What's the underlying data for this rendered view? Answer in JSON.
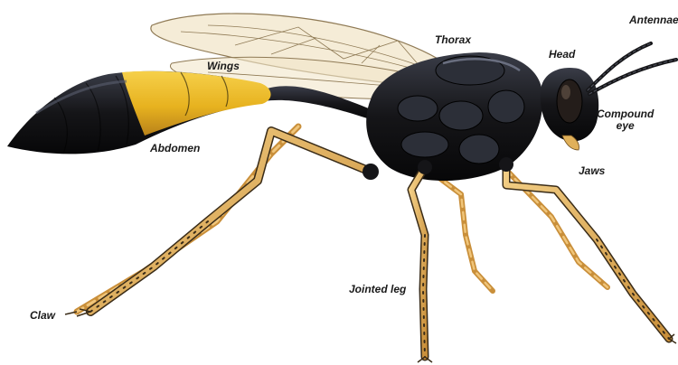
{
  "labels": {
    "antennae": "Antennae",
    "thorax": "Thorax",
    "head": "Head",
    "wings": "Wings",
    "compound_eye": "Compound\neye",
    "abdomen": "Abdomen",
    "jaws": "Jaws",
    "jointed_leg": "Jointed leg",
    "claw": "Claw"
  },
  "colors": {
    "body_black": "#151518",
    "body_highlight": "#3a3d48",
    "yellow": "#e7b21f",
    "yellow_dark": "#b9821a",
    "leg_light": "#e9bb6a",
    "leg_dark": "#3a2c18",
    "wing_fill": "#f2e6c9",
    "wing_vein": "#8f7a55"
  }
}
